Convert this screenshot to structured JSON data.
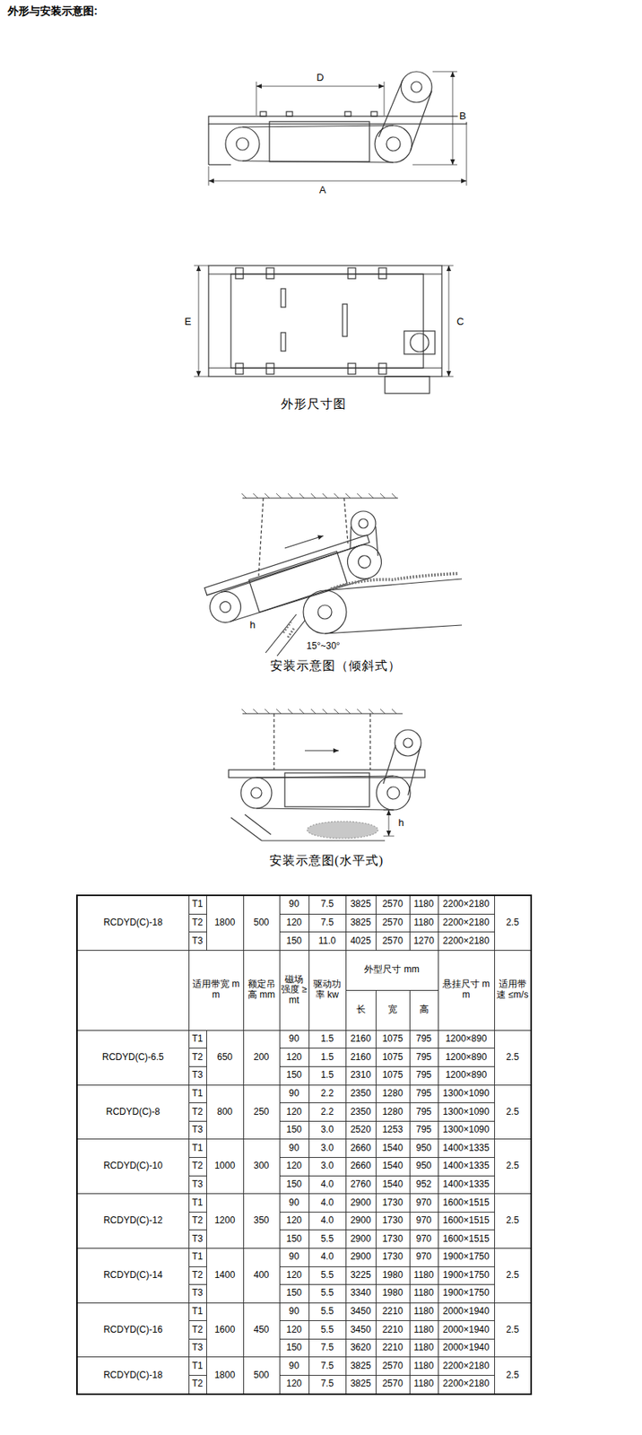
{
  "diagram": {
    "title": "外形与安装示意图:",
    "labels": [
      "D",
      "B",
      "A",
      "E",
      "C",
      "外形尺寸图",
      "h",
      "15°~30°",
      "安装示意图（倾斜式）",
      "h",
      "安装示意图(水平式)",
      "RCDYD(C)-18",
      "T1",
      "1800",
      "500",
      "90",
      "7.5",
      "3825",
      "2570",
      "1180",
      "2200×2180",
      "2.5",
      "T2",
      "120",
      "7.5",
      "3825",
      "2570",
      "1180",
      "2200×2180",
      "T3",
      "150",
      "11.0",
      "4025",
      "2570",
      "1270",
      "2200×2180",
      "适用带宽 mm",
      "额定吊高 mm",
      "磁场强度 ≥mt",
      "驱动功率 kw",
      "外型尺寸 mm",
      "悬挂尺寸 mm",
      "适用带速 ≤m/s",
      "长",
      "宽",
      "高",
      "RCDYD(C)-6.5",
      "T1",
      "650",
      "200",
      "90",
      "1.5",
      "2160",
      "1075",
      "795",
      "1200×890",
      "2.5",
      "T2",
      "120",
      "1.5",
      "2160",
      "1075",
      "795",
      "1200×890",
      "T3",
      "150",
      "1.5",
      "2310",
      "1075",
      "795",
      "1200×890",
      "RCDYD(C)-8",
      "T1",
      "800",
      "250",
      "90",
      "2.2",
      "2350",
      "1280",
      "795",
      "1300×1090",
      "2.5",
      "T2",
      "120",
      "2.2",
      "2350",
      "1280",
      "795",
      "1300×1090",
      "T3",
      "150",
      "3.0",
      "2520",
      "1253",
      "795",
      "1300×1090",
      "RCDYD(C)-10",
      "T1",
      "1000",
      "300",
      "90",
      "3.0",
      "2660",
      "1540",
      "950",
      "1400×1335",
      "2.5",
      "T2",
      "120",
      "3.0",
      "2660",
      "1540",
      "950",
      "1400×1335",
      "T3",
      "150",
      "4.0",
      "2760",
      "1540",
      "952",
      "1400×1335",
      "RCDYD(C)-12",
      "T1",
      "1200",
      "350",
      "90",
      "4.0",
      "2900",
      "1730",
      "970",
      "1600×1515",
      "2.5",
      "T2",
      "120",
      "4.0",
      "2900",
      "1730",
      "970",
      "1600×1515",
      "T3",
      "150",
      "5.5",
      "2900",
      "1730",
      "970",
      "1600×1515",
      "RCDYD(C)-14",
      "T1",
      "1400",
      "400",
      "90",
      "4.0",
      "2900",
      "1730",
      "970",
      "1900×1750",
      "2.5",
      "T2",
      "120",
      "5.5",
      "3225",
      "1980",
      "1180",
      "1900×1750",
      "T3",
      "150",
      "5.5",
      "3340",
      "1980",
      "1180",
      "1900×1750",
      "RCDYD(C)-16",
      "T1",
      "1600",
      "450",
      "90",
      "5.5",
      "3450",
      "2210",
      "1180",
      "2000×1940",
      "2.5",
      "T2",
      "120",
      "5.5",
      "3450",
      "2210",
      "1180",
      "2000×1940",
      "T3",
      "150",
      "7.5",
      "3620",
      "2210",
      "1180",
      "2000×1940",
      "RCDYD(C)-18",
      "T1",
      "1800",
      "500",
      "90",
      "7.5",
      "3825",
      "2570",
      "1180",
      "2200×2180",
      "2.5",
      "T2",
      "120",
      "7.5",
      "3825",
      "2570",
      "1180",
      "2200×2180"
    ]
  }
}
